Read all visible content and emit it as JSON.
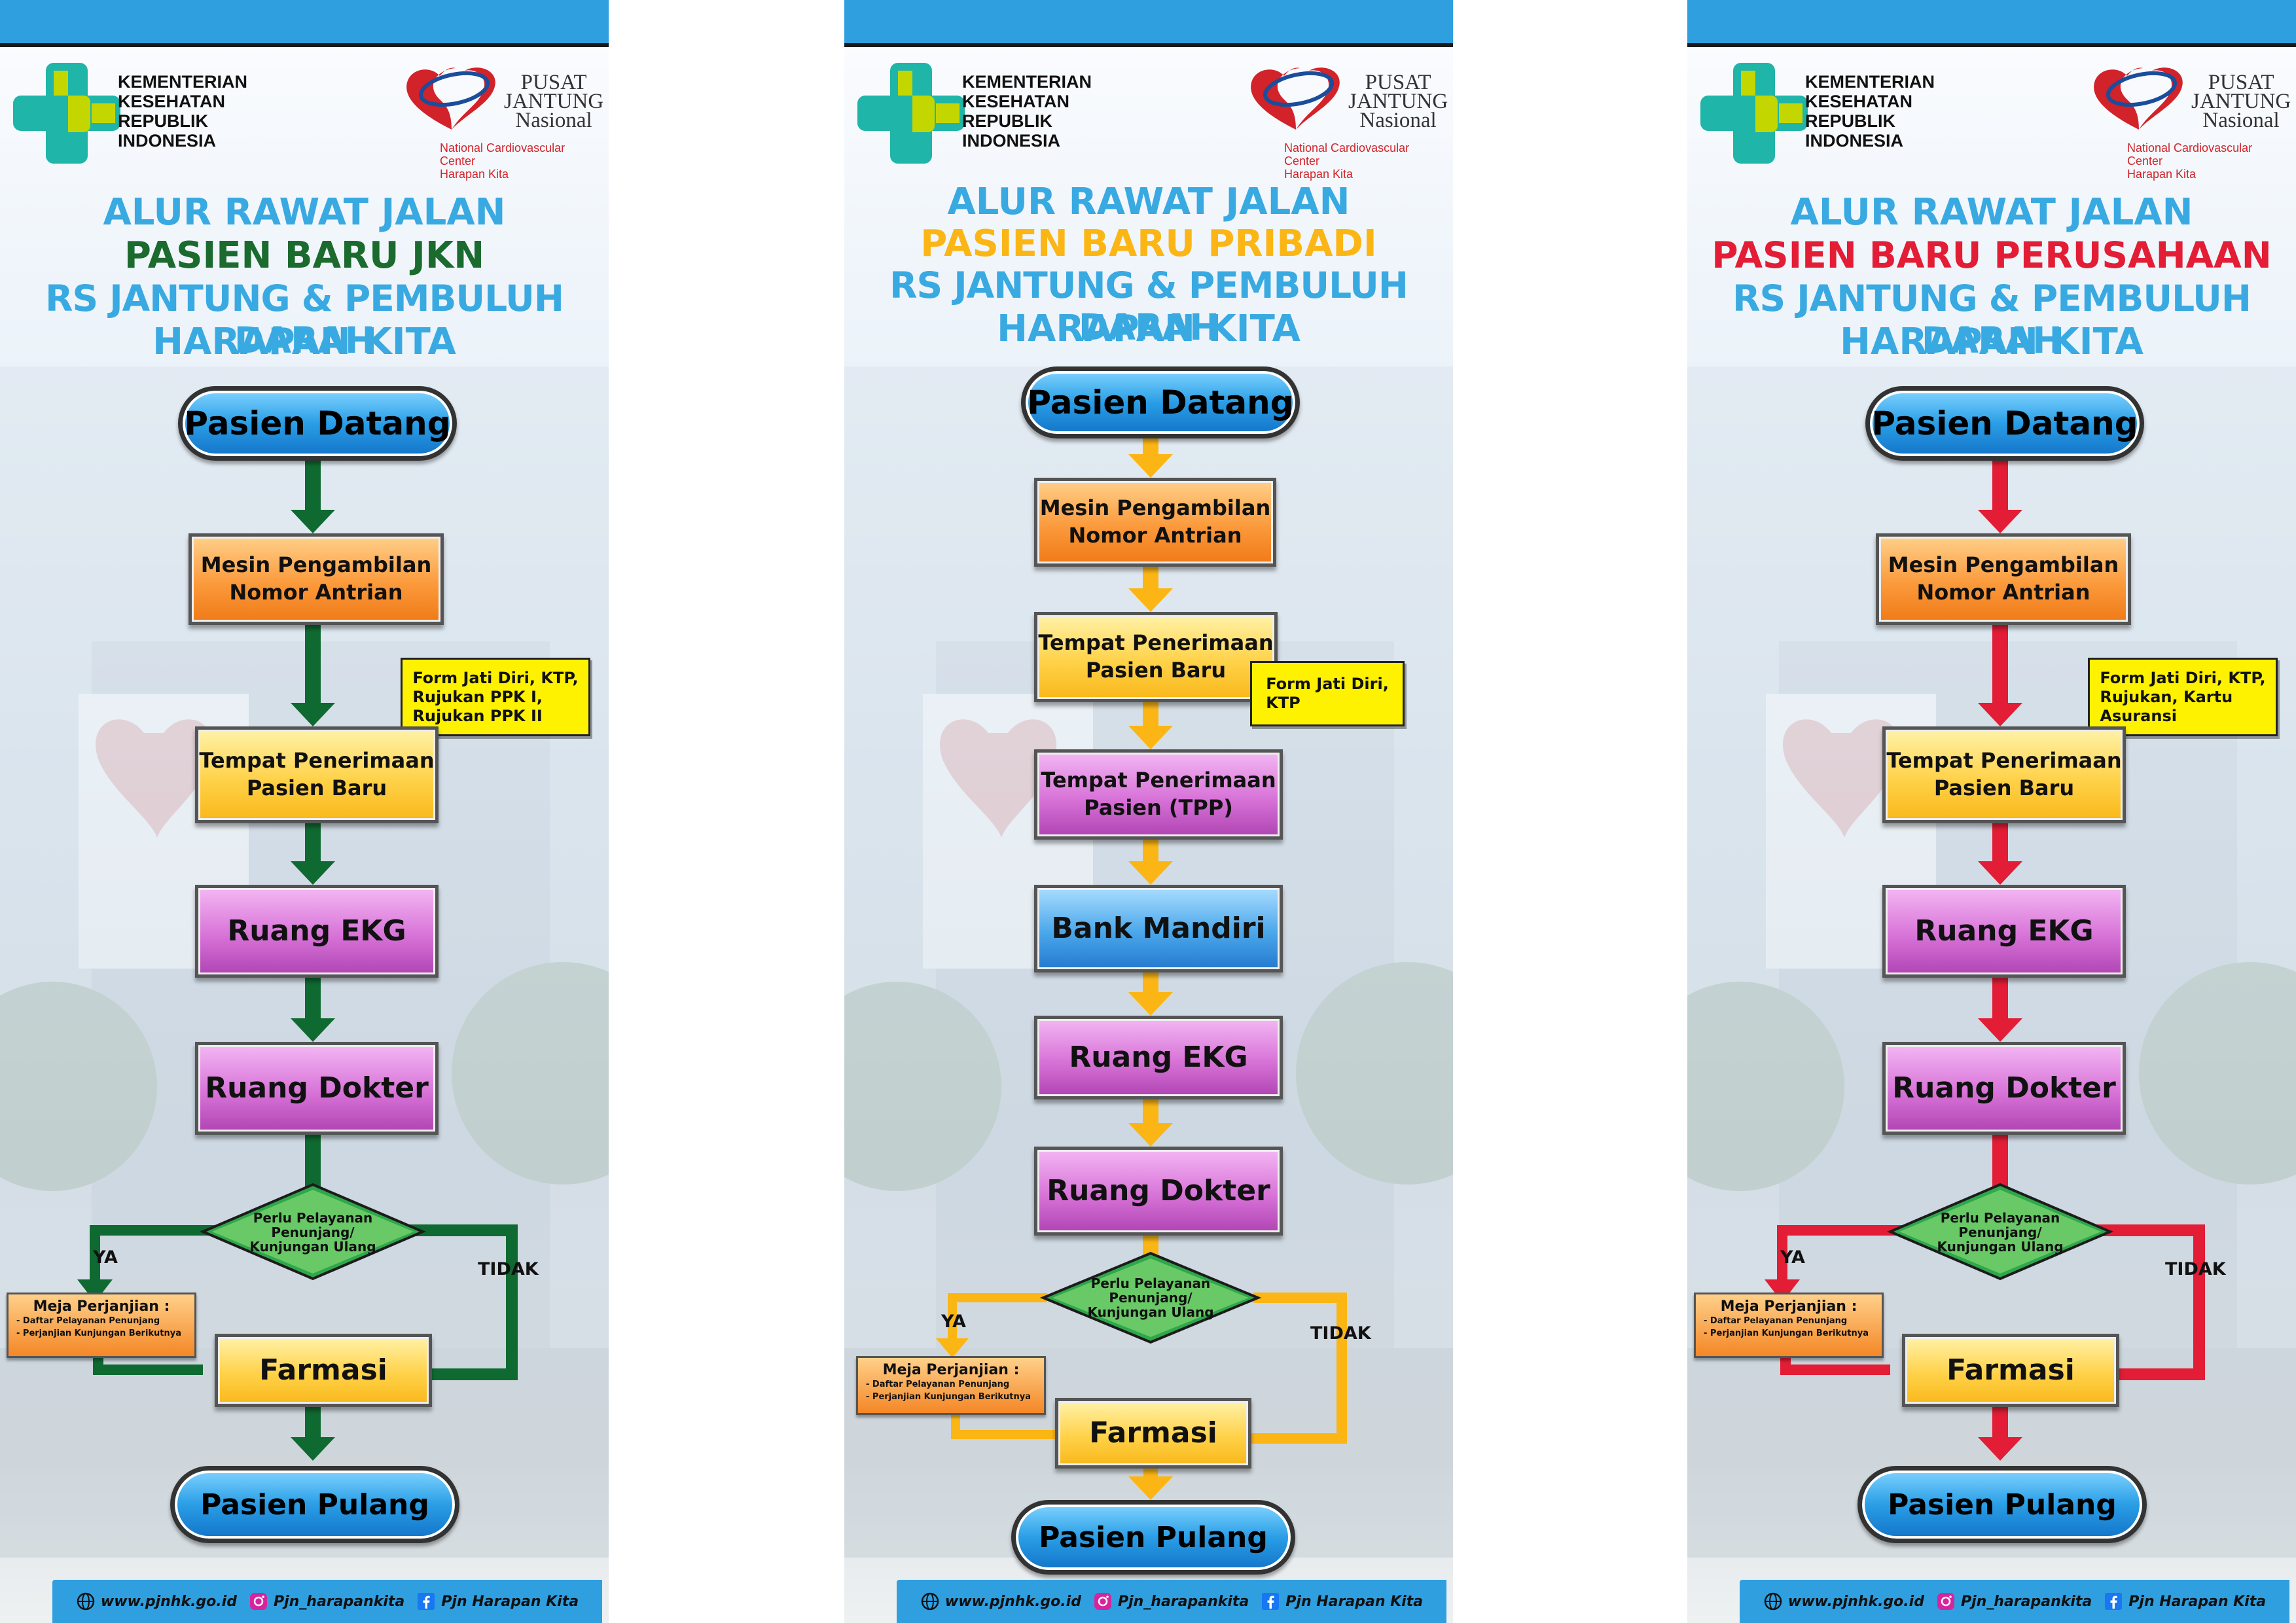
{
  "header": {
    "ministry_lines": [
      "KEMENTERIAN",
      "KESEHATAN",
      "REPUBLIK",
      "INDONESIA"
    ],
    "pjn_lines": [
      "PUSAT",
      "JANTUNG",
      "Nasional"
    ],
    "pjn_sub_lines": [
      "National Cardiovascular Center",
      "Harapan Kita"
    ]
  },
  "footer": {
    "website": "www.pjnhk.go.id",
    "instagram": "Pjn_harapankita",
    "facebook": "Pjn Harapan Kita"
  },
  "banners": [
    {
      "title_1": "ALUR RAWAT JALAN",
      "title_2": "PASIEN BARU JKN",
      "title_2_color": "#1b6a2e",
      "title_3": "RS JANTUNG & PEMBULUH DARAH",
      "title_4": "HARAPAN KITA",
      "arrow_color": "#0f6a31",
      "start": "Pasien Datang",
      "step1": "Mesin Pengambilan Nomor Antrian",
      "note_lines": [
        "Form Jati Diri, KTP,",
        "Rujukan PPK I,",
        "Rujukan PPK II"
      ],
      "step2": "Tempat Penerimaan Pasien Baru",
      "step3": "Ruang EKG",
      "step4": "Ruang Dokter",
      "decision": "Perlu Pelayanan Penunjang/ Kunjungan Ulang",
      "yes": "YA",
      "no": "TIDAK",
      "meja_title": "Meja Perjanjian :",
      "meja_items": [
        "- Daftar Pelayanan Penunjang",
        "- Perjanjian Kunjungan Berikutnya"
      ],
      "farmasi": "Farmasi",
      "end": "Pasien Pulang"
    },
    {
      "title_1": "ALUR RAWAT JALAN",
      "title_2": "PASIEN BARU PRIBADI",
      "title_2_color": "#fbb615",
      "title_3": "RS JANTUNG & PEMBULUH DARAH",
      "title_4": "HARAPAN KITA",
      "arrow_color": "#fbb615",
      "start": "Pasien Datang",
      "step1": "Mesin Pengambilan Nomor Antrian",
      "step2": "Tempat Penerimaan Pasien Baru",
      "note_lines": [
        "Form Jati Diri,",
        "KTP"
      ],
      "step_tpp": "Tempat Penerimaan Pasien (TPP)",
      "bank": "Bank Mandiri",
      "step3": "Ruang EKG",
      "step4": "Ruang Dokter",
      "decision": "Perlu Pelayanan Penunjang/ Kunjungan Ulang",
      "yes": "YA",
      "no": "TIDAK",
      "meja_title": "Meja Perjanjian :",
      "meja_items": [
        "- Daftar Pelayanan Penunjang",
        "- Perjanjian Kunjungan Berikutnya"
      ],
      "farmasi": "Farmasi",
      "end": "Pasien Pulang"
    },
    {
      "title_1": "ALUR RAWAT JALAN",
      "title_2": "PASIEN BARU PERUSAHAAN",
      "title_2_color": "#e21d35",
      "title_3": "RS JANTUNG & PEMBULUH DARAH",
      "title_4": "HARAPAN KITA",
      "arrow_color": "#e21d35",
      "start": "Pasien Datang",
      "step1": "Mesin Pengambilan Nomor Antrian",
      "note_lines": [
        "Form Jati Diri, KTP,",
        "Rujukan, Kartu",
        "Asuransi"
      ],
      "step2": "Tempat Penerimaan Pasien Baru",
      "step3": "Ruang EKG",
      "step4": "Ruang Dokter",
      "decision": "Perlu Pelayanan Penunjang/ Kunjungan Ulang",
      "yes": "YA",
      "no": "TIDAK",
      "meja_title": "Meja Perjanjian :",
      "meja_items": [
        "- Daftar Pelayanan Penunjang",
        "- Perjanjian Kunjungan Berikutnya"
      ],
      "farmasi": "Farmasi",
      "end": "Pasien Pulang"
    }
  ]
}
